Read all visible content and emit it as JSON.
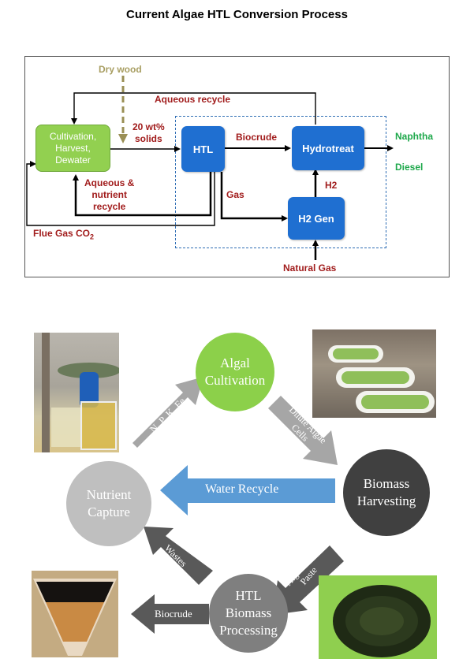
{
  "title": "Current Algae HTL Conversion Process",
  "flow": {
    "dry_wood": "Dry wood",
    "aqueous_recycle": "Aqueous recycle",
    "solids_line1": "20 wt%",
    "solids_line2": "solids",
    "cultivation_line1": "Cultivation,",
    "cultivation_line2": "Harvest,",
    "cultivation_line3": "Dewater",
    "htl": "HTL",
    "biocrude": "Biocrude",
    "hydrotreat": "Hydrotreat",
    "naphtha": "Naphtha",
    "diesel": "Diesel",
    "aq_line1": "Aqueous &",
    "aq_line2": "nutrient",
    "aq_line3": "recycle",
    "gas": "Gas",
    "h2": "H2",
    "h2gen": "H2 Gen",
    "flue_gas": "Flue Gas CO",
    "flue_sub": "2",
    "natural_gas": "Natural Gas"
  },
  "cycle": {
    "algal_line1": "Algal",
    "algal_line2": "Cultivation",
    "biomass_line1": "Biomass",
    "biomass_line2": "Harvesting",
    "htl_line1": "HTL",
    "htl_line2": "Biomass",
    "htl_line3": "Processing",
    "nutrient_line1": "Nutrient",
    "nutrient_line2": "Capture",
    "water_recycle": "Water Recycle",
    "dilute_line1": "Dilute Algae",
    "dilute_line2": "Cells",
    "paste_line1": "Algae Cell",
    "paste_line2": "Paste",
    "wastes": "Wastes",
    "npk": "N, P, K, Fe",
    "biocrude": "Biocrude"
  },
  "colors": {
    "flow_blue": "#1f6fd1",
    "flow_green": "#92d050",
    "label_red": "#a11c1c",
    "product_green": "#1ea84b",
    "algal_green": "#8cd04a",
    "water_blue": "#5b9bd5"
  }
}
